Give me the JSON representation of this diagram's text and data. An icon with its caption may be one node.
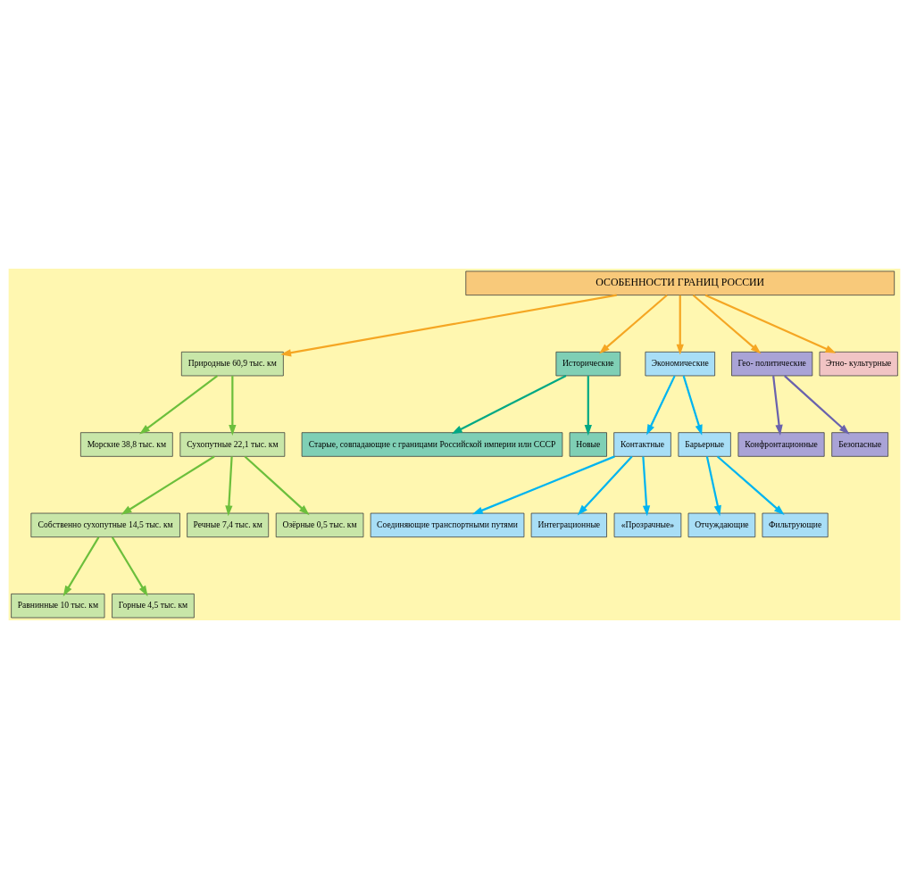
{
  "diagram": {
    "nodes": [
      {
        "text": [
          "ОСОБЕННОСТИ ГРАНИЦ РОССИИ"
        ]
      },
      {
        "text": [
          "Природные 60,9 тыс. км"
        ]
      },
      {
        "text": [
          "Исторические"
        ]
      },
      {
        "text": [
          "Экономические"
        ]
      },
      {
        "text": [
          "Гео- политические"
        ]
      },
      {
        "text": [
          "Этно- культурные"
        ]
      },
      {
        "text": [
          "Морские 38,8 тыс. км"
        ]
      },
      {
        "text": [
          "Сухопутные 22,1 тыс. км"
        ]
      },
      {
        "text": [
          "Собственно сухопутные 14,5 тыс. км"
        ]
      },
      {
        "text": [
          "Речные 7,4 тыс. км"
        ]
      },
      {
        "text": [
          "Озёрные 0,5 тыс. км"
        ]
      },
      {
        "text": [
          "Равнинные 10 тыс. км"
        ]
      },
      {
        "text": [
          "Горные 4,5 тыс. км"
        ]
      },
      {
        "text": [
          "Старые, совпадающие с границами Российской империи или СССР"
        ]
      },
      {
        "text": [
          "Новые"
        ]
      },
      {
        "text": [
          "Контактные"
        ]
      },
      {
        "text": [
          "Барьерные"
        ]
      },
      {
        "text": [
          "Соединяющие транспортными путями"
        ]
      },
      {
        "text": [
          "Интеграционные"
        ]
      },
      {
        "text": [
          "«Прозрачные»"
        ]
      },
      {
        "text": [
          "Отчуждающие"
        ]
      },
      {
        "text": [
          "Фильтрующие"
        ]
      },
      {
        "text": [
          "Конфронтационные"
        ]
      },
      {
        "text": [
          "Безопасные"
        ]
      }
    ],
    "edges": [
      {
        "from": 0,
        "to": 1,
        "arrow": "to",
        "color": "#f5a623"
      },
      {
        "from": 0,
        "to": 2,
        "arrow": "to",
        "color": "#f5a623"
      },
      {
        "from": 0,
        "to": 3,
        "arrow": "to",
        "color": "#f5a623"
      },
      {
        "from": 0,
        "to": 4,
        "arrow": "to",
        "color": "#f5a623"
      },
      {
        "from": 0,
        "to": 5,
        "arrow": "to",
        "color": "#f5a623"
      },
      {
        "from": 1,
        "to": 6,
        "arrow": "to",
        "color": "#6cbf3c"
      },
      {
        "from": 1,
        "to": 7,
        "arrow": "to",
        "color": "#6cbf3c"
      },
      {
        "from": 7,
        "to": 8,
        "arrow": "to",
        "color": "#6cbf3c"
      },
      {
        "from": 7,
        "to": 9,
        "arrow": "to",
        "color": "#6cbf3c"
      },
      {
        "from": 7,
        "to": 10,
        "arrow": "to",
        "color": "#6cbf3c"
      },
      {
        "from": 8,
        "to": 11,
        "arrow": "to",
        "color": "#6cbf3c"
      },
      {
        "from": 8,
        "to": 12,
        "arrow": "to",
        "color": "#6cbf3c"
      },
      {
        "from": 2,
        "to": 13,
        "arrow": "to",
        "color": "#00a884"
      },
      {
        "from": 2,
        "to": 14,
        "arrow": "to",
        "color": "#00a884"
      },
      {
        "from": 3,
        "to": 15,
        "arrow": "to",
        "color": "#00b4f0"
      },
      {
        "from": 3,
        "to": 16,
        "arrow": "to",
        "color": "#00b4f0"
      },
      {
        "from": 15,
        "to": 17,
        "arrow": "to",
        "color": "#00b4f0"
      },
      {
        "from": 15,
        "to": 18,
        "arrow": "to",
        "color": "#00b4f0"
      },
      {
        "from": 15,
        "to": 19,
        "arrow": "to",
        "color": "#00b4f0"
      },
      {
        "from": 16,
        "to": 20,
        "arrow": "to",
        "color": "#00b4f0"
      },
      {
        "from": 16,
        "to": 21,
        "arrow": "to",
        "color": "#00b4f0"
      },
      {
        "from": 4,
        "to": 22,
        "arrow": "to",
        "color": "#6a62ad"
      },
      {
        "from": 4,
        "to": 23,
        "arrow": "to",
        "color": "#6a62ad"
      }
    ]
  }
}
